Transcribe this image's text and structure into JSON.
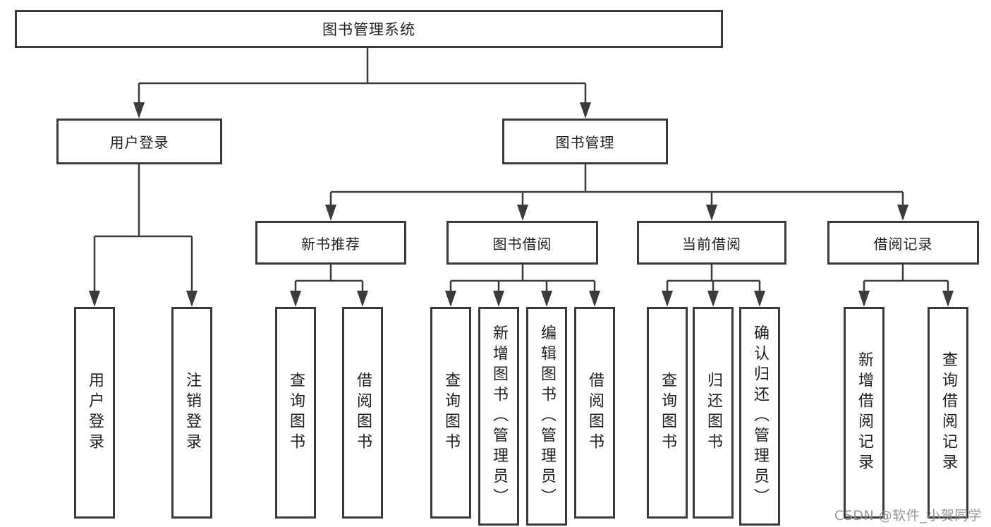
{
  "diagram": {
    "type": "hierarchy-tree",
    "root": {
      "label": "图书管理系统"
    },
    "level2": [
      {
        "label": "用户登录",
        "children": [
          {
            "label": "用户登录"
          },
          {
            "label": "注销登录"
          }
        ]
      },
      {
        "label": "图书管理",
        "modules": [
          {
            "label": "新书推荐",
            "children": [
              {
                "label": "查询图书"
              },
              {
                "label": "借阅图书"
              }
            ]
          },
          {
            "label": "图书借阅",
            "children": [
              {
                "label": "查询图书"
              },
              {
                "label": "新增图书（管理员）"
              },
              {
                "label": "编辑图书（管理员）"
              },
              {
                "label": "借阅图书"
              }
            ]
          },
          {
            "label": "当前借阅",
            "children": [
              {
                "label": "查询图书"
              },
              {
                "label": "归还图书"
              },
              {
                "label": "确认归还（管理员）"
              }
            ]
          },
          {
            "label": "借阅记录",
            "children": [
              {
                "label": "新增借阅记录"
              },
              {
                "label": "查询借阅记录"
              }
            ]
          }
        ]
      }
    ],
    "watermark": "CSDN @软件_小贺同学",
    "colors": {
      "border": "#3b3b3b",
      "connector": "#3b3b3b",
      "text": "#1f1f1f",
      "watermark": "#8c8c8c",
      "background": "#ffffff"
    }
  }
}
